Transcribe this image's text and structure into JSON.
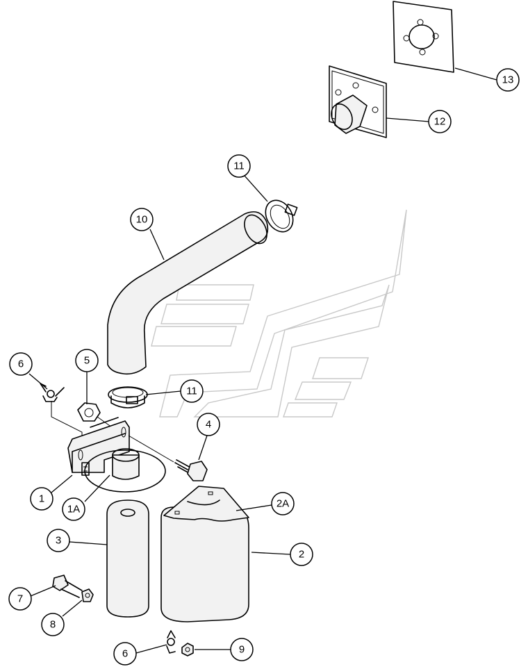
{
  "callouts": [
    {
      "id": "c13",
      "label": "13"
    },
    {
      "id": "c12",
      "label": "12"
    },
    {
      "id": "c11a",
      "label": "11"
    },
    {
      "id": "c10",
      "label": "10"
    },
    {
      "id": "c6a",
      "label": "6"
    },
    {
      "id": "c5",
      "label": "5"
    },
    {
      "id": "c11b",
      "label": "11"
    },
    {
      "id": "c4",
      "label": "4"
    },
    {
      "id": "c1",
      "label": "1"
    },
    {
      "id": "c1a",
      "label": "1A"
    },
    {
      "id": "c2a",
      "label": "2A"
    },
    {
      "id": "c3",
      "label": "3"
    },
    {
      "id": "c2",
      "label": "2"
    },
    {
      "id": "c7",
      "label": "7"
    },
    {
      "id": "c8",
      "label": "8"
    },
    {
      "id": "c6b",
      "label": "6"
    },
    {
      "id": "c9",
      "label": "9"
    }
  ]
}
